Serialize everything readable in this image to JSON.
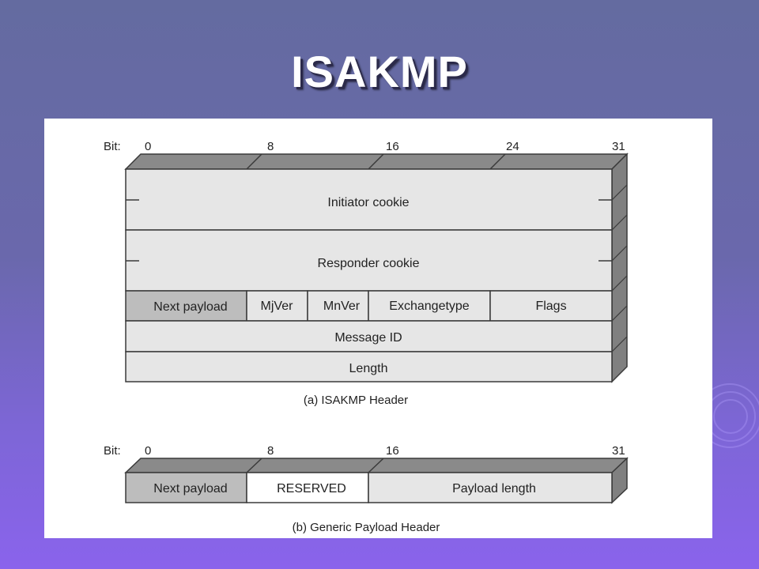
{
  "slide": {
    "title": "ISAKMP"
  },
  "figure_a": {
    "bit_label": "Bit:",
    "bit_ticks": [
      "0",
      "8",
      "16",
      "24",
      "31"
    ],
    "fields": {
      "initiator_cookie": "Initiator cookie",
      "responder_cookie": "Responder cookie",
      "next_payload": "Next payload",
      "mjver": "MjVer",
      "mnver": "MnVer",
      "exchange_type": "Exchangetype",
      "flags": "Flags",
      "message_id": "Message ID",
      "length": "Length"
    },
    "caption": "(a) ISAKMP Header"
  },
  "figure_b": {
    "bit_label": "Bit:",
    "bit_ticks": [
      "0",
      "8",
      "16",
      "31"
    ],
    "fields": {
      "next_payload": "Next payload",
      "reserved": "RESERVED",
      "payload_length": "Payload length"
    },
    "caption": "(b) Generic Payload Header"
  },
  "colors": {
    "cell_light": "#e6e6e6",
    "cell_dark": "#bdbdbd",
    "cell_white": "#ffffff",
    "top_face": "#8a8a8a",
    "side_face": "#808080",
    "stroke": "#3a3a3a"
  }
}
